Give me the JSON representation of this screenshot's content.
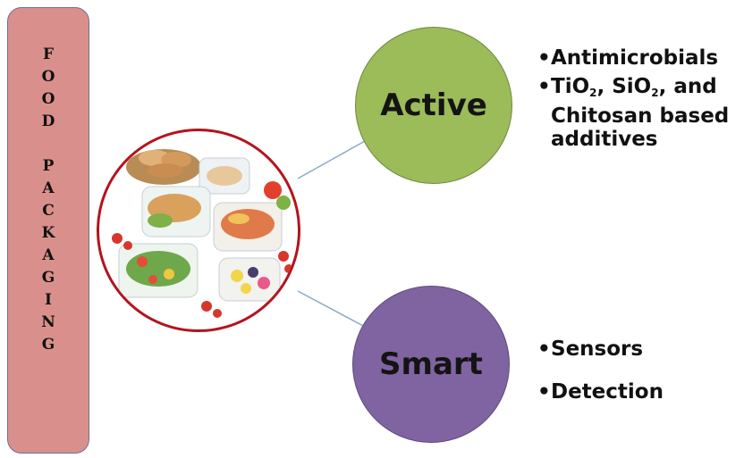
{
  "food_packaging": {
    "title_letters": [
      "F",
      "O",
      "O",
      "D",
      "",
      "P",
      "A",
      "C",
      "K",
      "A",
      "G",
      "I",
      "N",
      "G"
    ]
  },
  "active": {
    "label": "Active",
    "color": "#9cbb59",
    "items": {
      "antimicrobials": "Antimicrobials",
      "additives": {
        "tio": "TiO",
        "tio_sub": "2",
        "sio_prefix": ", SiO",
        "sio_sub": "2",
        "rest": ", and Chitosan based additives"
      }
    }
  },
  "smart": {
    "label": "Smart",
    "color": "#8064a2",
    "items": [
      "Sensors",
      "Detection"
    ]
  },
  "colors": {
    "side_bar": "#d9908c",
    "photo_border": "#b3141f",
    "connector": "#8aa9cc"
  },
  "icons": {
    "bullet": "•",
    "photo": "food-packaging-photo-icon"
  }
}
